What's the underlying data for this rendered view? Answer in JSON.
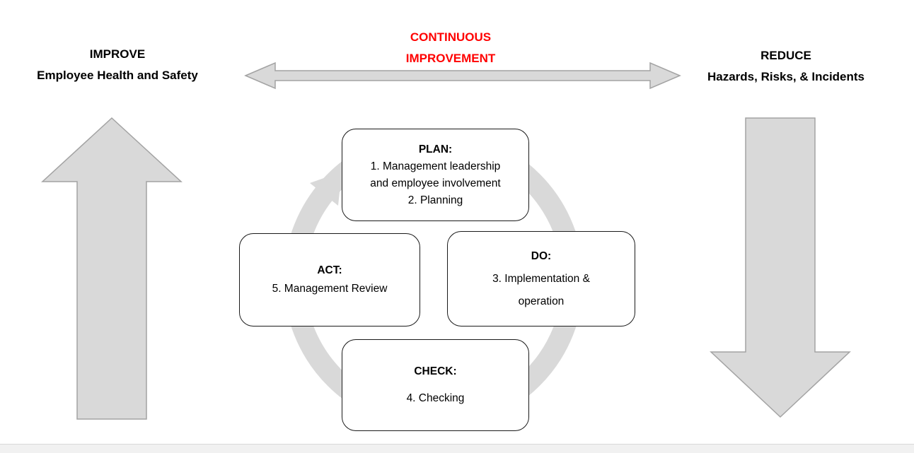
{
  "labels": {
    "left": {
      "title": "IMPROVE",
      "subtitle": "Employee Health and Safety"
    },
    "center": {
      "line1": "CONTINUOUS",
      "line2": "IMPROVEMENT"
    },
    "right": {
      "title": "REDUCE",
      "subtitle": "Hazards, Risks, & Incidents"
    }
  },
  "cycle": {
    "plan": {
      "title": "PLAN:",
      "lines": [
        "1. Management leadership",
        "and employee involvement",
        "2. Planning"
      ]
    },
    "do": {
      "title": "DO:",
      "lines": [
        "3. Implementation &",
        "operation"
      ]
    },
    "check": {
      "title": "CHECK:",
      "lines": [
        "4. Checking"
      ]
    },
    "act": {
      "title": "ACT:",
      "lines": [
        "5. Management Review"
      ]
    }
  },
  "icons": {
    "up_arrow": "improve-up-arrow",
    "down_arrow": "reduce-down-arrow",
    "double_arrow": "continuous-improvement-double-arrow",
    "cycle_ring": "pdca-cycle-circular-arrow"
  },
  "colors": {
    "accent_red": "#ff0000",
    "arrow_fill": "#d9d9d9",
    "arrow_stroke": "#a3a3a3",
    "ring_fill": "#d9d9d9",
    "box_border": "#1a1a1a",
    "text_color": "#000000"
  }
}
